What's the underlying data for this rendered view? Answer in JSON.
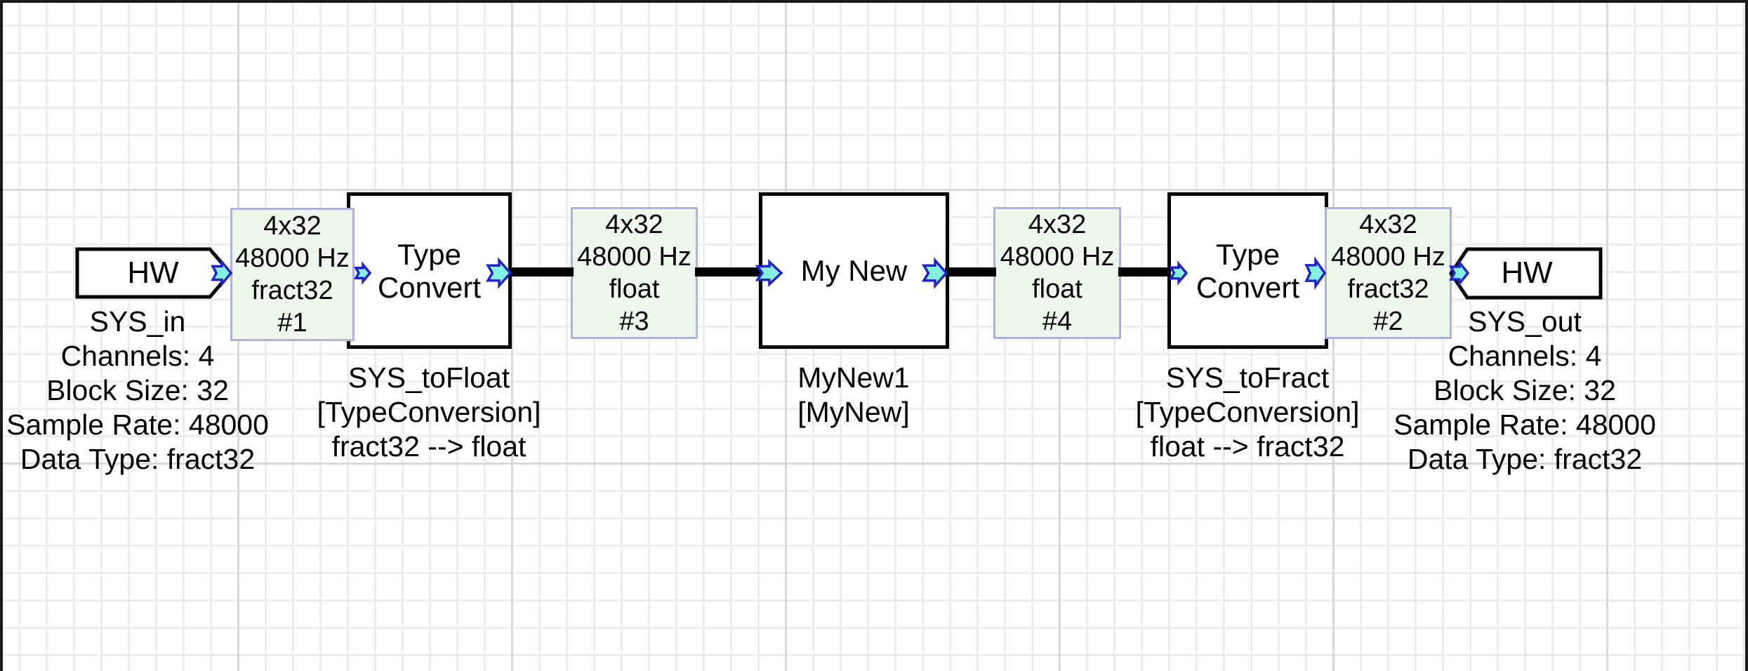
{
  "diagram": {
    "hw_in": {
      "title": "HW",
      "name": "SYS_in",
      "props": [
        "Channels: 4",
        "Block Size: 32",
        "Sample Rate: 48000",
        "Data Type: fract32"
      ]
    },
    "type_convert_1": {
      "title_lines": [
        "Type",
        "Convert"
      ],
      "name": "SYS_toFloat",
      "class": "[TypeConversion]",
      "conversion": "fract32 --> float"
    },
    "my_new": {
      "title": "My New",
      "name": "MyNew1",
      "class": "[MyNew]"
    },
    "type_convert_2": {
      "title_lines": [
        "Type",
        "Convert"
      ],
      "name": "SYS_toFract",
      "class": "[TypeConversion]",
      "conversion": "float --> fract32"
    },
    "hw_out": {
      "title": "HW",
      "name": "SYS_out",
      "props": [
        "Channels: 4",
        "Block Size: 32",
        "Sample Rate: 48000",
        "Data Type: fract32"
      ]
    },
    "wire_boxes": {
      "w1": {
        "lines": [
          "4x32",
          "48000 Hz",
          "fract32",
          "#1"
        ]
      },
      "w3": {
        "lines": [
          "4x32",
          "48000 Hz",
          "float",
          "#3"
        ]
      },
      "w4": {
        "lines": [
          "4x32",
          "48000 Hz",
          "float",
          "#4"
        ]
      },
      "w2": {
        "lines": [
          "4x32",
          "48000 Hz",
          "fract32",
          "#2"
        ]
      }
    },
    "colors": {
      "wire_box_fill": "#edf7ec",
      "wire_box_border": "#b0b0dc",
      "pin_fill": "#85f0e0",
      "pin_border": "#2323cc",
      "block_border": "#000000",
      "grid_minor": "#ededed",
      "grid_major": "#d9d9d9"
    }
  }
}
